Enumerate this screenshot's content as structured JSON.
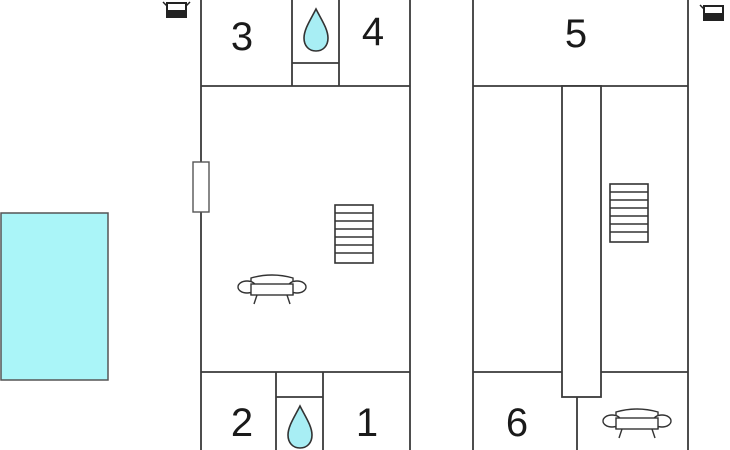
{
  "floorplan": {
    "rooms": [
      {
        "id": "room-3",
        "label": "3"
      },
      {
        "id": "room-4",
        "label": "4"
      },
      {
        "id": "room-5",
        "label": "5"
      },
      {
        "id": "room-2",
        "label": "2"
      },
      {
        "id": "room-1",
        "label": "1"
      },
      {
        "id": "room-6",
        "label": "6"
      }
    ],
    "icons": {
      "bathroom": "water-drop-icon",
      "living": "sofa-icon",
      "stairs": "stairs-icon",
      "compass": "compass-icon"
    },
    "colors": {
      "walls": "#3a3a3a",
      "pool": "#aaf5f8",
      "water_drop": "#a8eef4",
      "background": "#ffffff"
    }
  }
}
